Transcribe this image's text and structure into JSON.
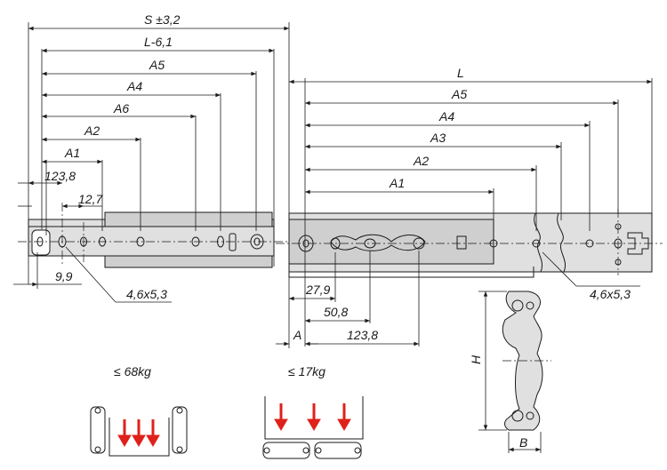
{
  "colors": {
    "line": "#1a1a1a",
    "rail_fill": "#e0e0e0",
    "load_arrow": "#e0201b"
  },
  "left_dims": {
    "s": "S ±3,2",
    "l61": "L-6,1",
    "a5": "A5",
    "a4": "A4",
    "a6": "A6",
    "a2": "A2",
    "a1": "A1",
    "d1238": "123,8",
    "d127": "12,7",
    "d99": "9,9",
    "hole": "4,6x5,3"
  },
  "right_dims": {
    "l": "L",
    "a5": "A5",
    "a4": "A4",
    "a3": "A3",
    "a2": "A2",
    "a1": "A1",
    "hole": "4,6x5,3",
    "d279": "27,9",
    "d508": "50,8",
    "d1238": "123,8",
    "a": "A"
  },
  "section": {
    "h": "H",
    "b": "B"
  },
  "loads": {
    "side": "≤ 68kg",
    "flat": "≤ 17kg"
  }
}
